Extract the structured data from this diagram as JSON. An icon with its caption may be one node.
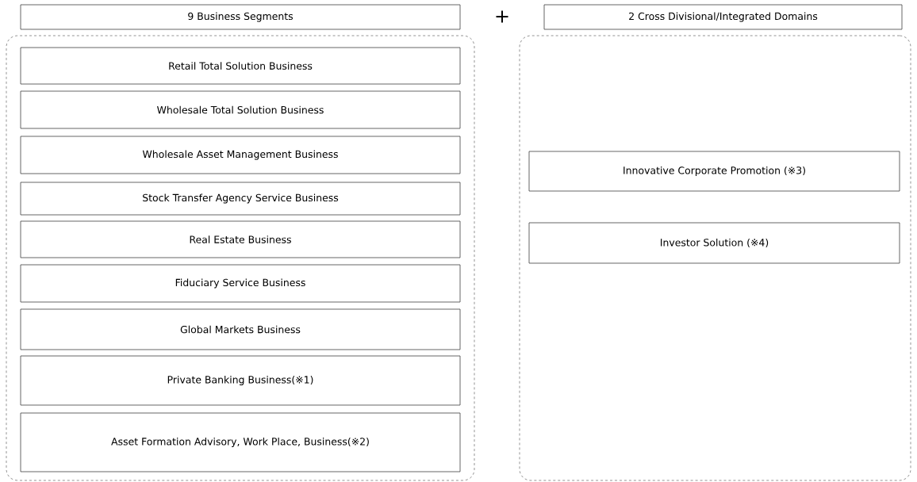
{
  "diagram": {
    "nodes": [
      {
        "text": [
          "9 Business Segments"
        ]
      },
      {
        "text": [],
        "shape": "box"
      },
      {
        "text": [
          "Retail Total Solution Business"
        ],
        "in": 1
      },
      {
        "text": [
          "Wholesale Total Solution Business"
        ],
        "in": 1
      },
      {
        "text": [
          "Wholesale Asset Management Business"
        ],
        "in": 1
      },
      {
        "text": [
          "Stock Transfer Agency Service Business"
        ],
        "in": 1
      },
      {
        "text": [
          "Real Estate Business"
        ],
        "in": 1
      },
      {
        "text": [
          "Fiduciary Service Business"
        ],
        "in": 1
      },
      {
        "text": [
          "Global Markets Business"
        ],
        "in": 1
      },
      {
        "text": [
          "Private Banking Business(※1)"
        ],
        "in": 1
      },
      {
        "text": [
          "Asset Formation Advisory, Work Place, Business(※2)"
        ],
        "in": 1
      },
      {
        "text": [
          "2 Cross Divisional/Integrated Domains"
        ]
      },
      {
        "text": [],
        "shape": "box"
      },
      {
        "text": [
          "Innovative Corporate Promotion (※3)"
        ],
        "in": 12
      },
      {
        "text": [
          "Investor Solution (※4)"
        ],
        "in": 12
      }
    ],
    "labels": [
      "+"
    ]
  }
}
